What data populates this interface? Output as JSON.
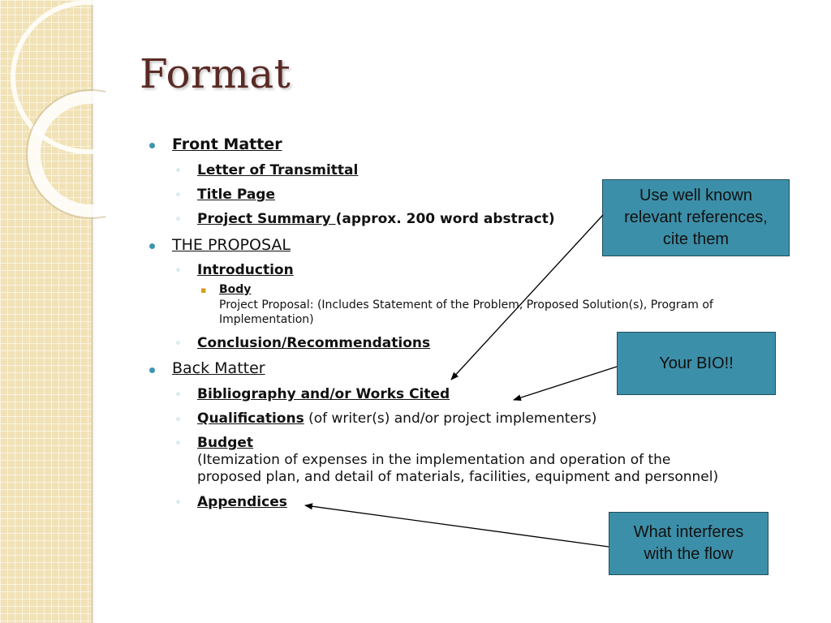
{
  "slide": {
    "title": "Format",
    "outline": {
      "front_matter": {
        "label": "Front Matter",
        "items": [
          {
            "label": "Letter of Transmittal"
          },
          {
            "label": "Title Page"
          },
          {
            "label": "Project Summary ",
            "suffix": "(approx. 200 word abstract)"
          }
        ]
      },
      "proposal": {
        "label": "THE PROPOSAL",
        "introduction": "Introduction",
        "body_label": "Body",
        "body_text_1": "Project Proposal: (Includes Statement of the Problem, Proposed Solution(s), Program of",
        "body_text_2": "Implementation)",
        "conclusion": "Conclusion/Recommendations"
      },
      "back_matter": {
        "label": "Back Matter",
        "bibliography": "Bibliography and/or Works Cited",
        "qualifications": "Qualifications",
        "qualifications_note": " (of writer(s) and/or project implementers)",
        "budget": "Budget",
        "budget_text_1": "(Itemization of expenses in the implementation and operation of the",
        "budget_text_2": "proposed plan, and detail of materials, facilities, equipment and personnel)",
        "appendices": "Appendices"
      }
    },
    "callouts": {
      "references": "Use well known\nrelevant references,\ncite them",
      "bio": "Your BIO!!",
      "flow": "What interferes\nwith the flow"
    },
    "colors": {
      "title": "#5a2a24",
      "bullet": "#3f93b0",
      "callout_fill": "#3c8fa8",
      "sidebar": "#f1e2b6"
    }
  }
}
